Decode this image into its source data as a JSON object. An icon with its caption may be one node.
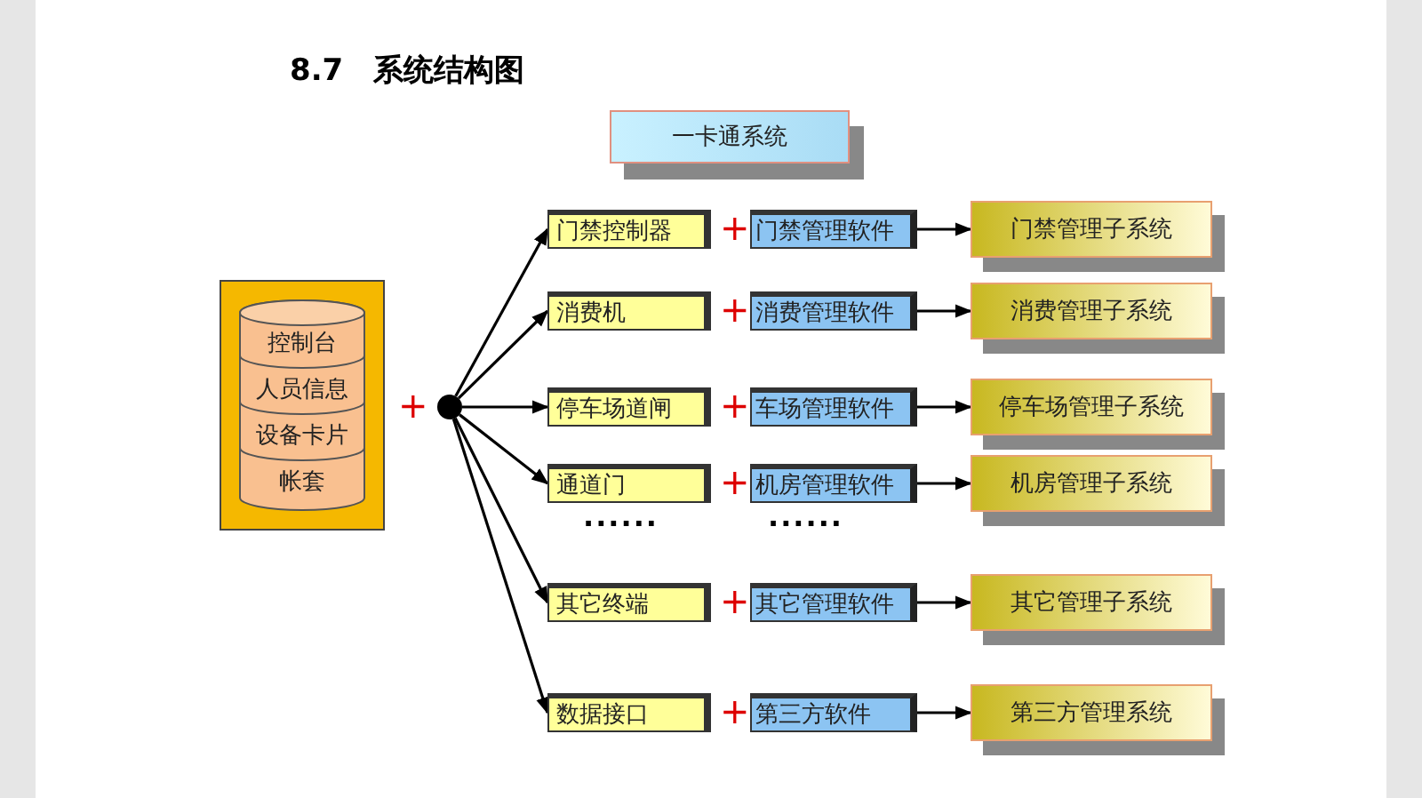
{
  "diagram": {
    "title": "8.7　系统结构图",
    "nodes": [
      {
        "text": [
          "一卡通系统"
        ]
      },
      {
        "text": [
          "控制台",
          "人员信息",
          "设备卡片",
          "帐套"
        ]
      },
      {
        "text": [],
        "shape": "circle"
      },
      {
        "text": [
          "门禁控制器"
        ]
      },
      {
        "text": [
          "门禁管理软件"
        ]
      },
      {
        "text": [
          "门禁管理子系统"
        ]
      },
      {
        "text": [
          "消费机"
        ]
      },
      {
        "text": [
          "消费管理软件"
        ]
      },
      {
        "text": [
          "消费管理子系统"
        ]
      },
      {
        "text": [
          "停车场道闸"
        ]
      },
      {
        "text": [
          "车场管理软件"
        ]
      },
      {
        "text": [
          "停车场管理子系统"
        ]
      },
      {
        "text": [
          "通道门"
        ]
      },
      {
        "text": [
          "机房管理软件"
        ]
      },
      {
        "text": [
          "机房管理子系统"
        ]
      },
      {
        "text": [
          "其它终端"
        ]
      },
      {
        "text": [
          "其它管理软件"
        ]
      },
      {
        "text": [
          "其它管理子系统"
        ]
      },
      {
        "text": [
          "数据接口"
        ]
      },
      {
        "text": [
          "第三方软件"
        ]
      },
      {
        "text": [
          "第三方管理系统"
        ]
      }
    ],
    "edges": [
      {
        "from": 2,
        "to": 3,
        "arrow": "to"
      },
      {
        "from": 4,
        "to": 5,
        "arrow": "to"
      },
      {
        "from": 2,
        "to": 6,
        "arrow": "to"
      },
      {
        "from": 7,
        "to": 8,
        "arrow": "to"
      },
      {
        "from": 2,
        "to": 9,
        "arrow": "to"
      },
      {
        "from": 10,
        "to": 11,
        "arrow": "to"
      },
      {
        "from": 2,
        "to": 12,
        "arrow": "to"
      },
      {
        "from": 13,
        "to": 14,
        "arrow": "to"
      },
      {
        "from": 2,
        "to": 15,
        "arrow": "to"
      },
      {
        "from": 16,
        "to": 17,
        "arrow": "to"
      },
      {
        "from": 2,
        "to": 18,
        "arrow": "to"
      },
      {
        "from": 19,
        "to": 20,
        "arrow": "to"
      }
    ],
    "labels": [
      "+",
      "+",
      "+",
      "+",
      "+",
      "......",
      "......",
      "+",
      "+"
    ]
  }
}
